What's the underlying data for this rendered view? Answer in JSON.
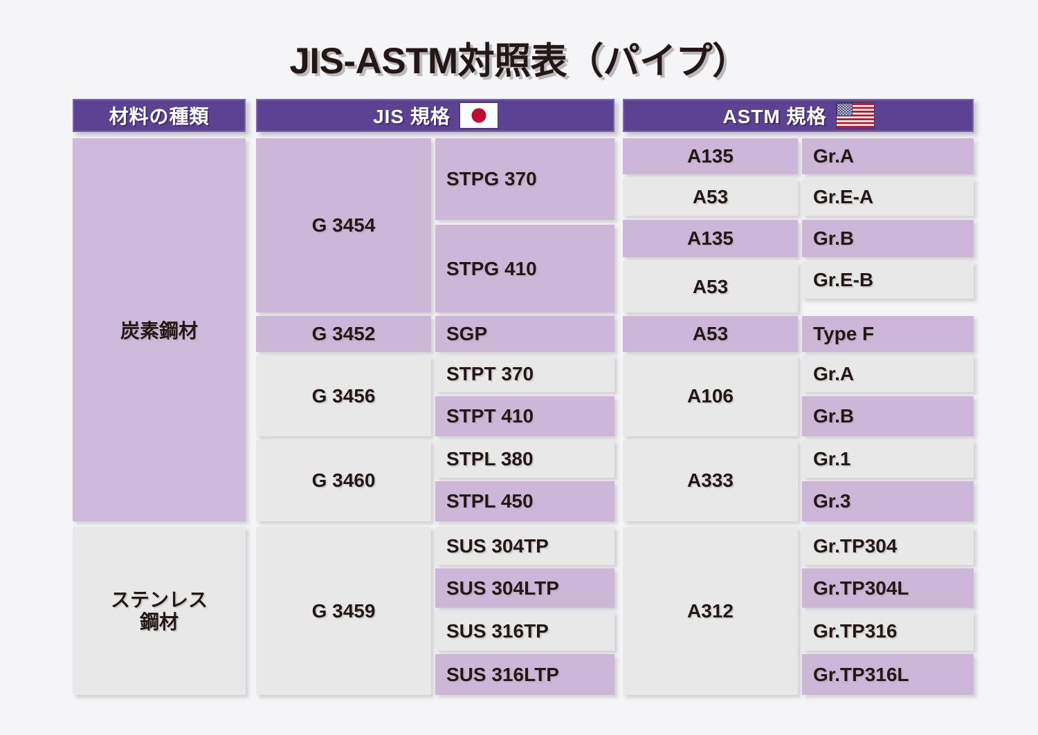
{
  "title": "JIS-ASTM対照表（パイプ）",
  "colors": {
    "header_purple": "#5b4293",
    "fill_purple": "#ccb7d9",
    "fill_grey": "#e8e8e8",
    "background": "#f5f4f6",
    "text": "#231815"
  },
  "header": {
    "material_type": "材料の種類",
    "jis": "JIS 規格",
    "astm": "ASTM 規格",
    "jp_flag_icon": "japan-flag-icon",
    "us_flag_icon": "usa-flag-icon"
  },
  "categories": [
    {
      "label": "炭素鋼材",
      "lines": [
        "炭素鋼材"
      ]
    },
    {
      "label": "ステンレス鋼材",
      "lines": [
        "ステンレス",
        "鋼材"
      ]
    }
  ],
  "jis_standards": [
    {
      "code": "G 3454"
    },
    {
      "code": "G 3452"
    },
    {
      "code": "G 3456"
    },
    {
      "code": "G 3460"
    },
    {
      "code": "G 3459"
    }
  ],
  "jis_grades": [
    "STPG 370",
    "STPG 410",
    "SGP",
    "STPT 370",
    "STPT 410",
    "STPL 380",
    "STPL 450",
    "SUS 304TP",
    "SUS 304LTP",
    "SUS 316TP",
    "SUS 316LTP"
  ],
  "astm_standards": [
    "A135",
    "A53",
    "A135",
    "A53",
    "A53",
    "A106",
    "A333",
    "A312"
  ],
  "astm_grades": [
    "Gr.A",
    "Gr.E-A",
    "Gr.B",
    "Gr.E-B",
    "Type F",
    "Gr.A",
    "Gr.B",
    "Gr.1",
    "Gr.3",
    "Gr.TP304",
    "Gr.TP304L",
    "Gr.TP316",
    "Gr.TP316L"
  ],
  "rows": [
    {
      "category": "炭素鋼材",
      "jis_standard": "G 3454",
      "jis_grade": "STPG 370",
      "astm_standard": "A135",
      "astm_grade": "Gr.A"
    },
    {
      "category": "炭素鋼材",
      "jis_standard": "G 3454",
      "jis_grade": "STPG 370",
      "astm_standard": "A53",
      "astm_grade": "Gr.E-A"
    },
    {
      "category": "炭素鋼材",
      "jis_standard": "G 3454",
      "jis_grade": "STPG 410",
      "astm_standard": "A135",
      "astm_grade": "Gr.B"
    },
    {
      "category": "炭素鋼材",
      "jis_standard": "G 3454",
      "jis_grade": "STPG 410",
      "astm_standard": "A53",
      "astm_grade": "Gr.E-B"
    },
    {
      "category": "炭素鋼材",
      "jis_standard": "G 3452",
      "jis_grade": "SGP",
      "astm_standard": "A53",
      "astm_grade": "Type F"
    },
    {
      "category": "炭素鋼材",
      "jis_standard": "G 3456",
      "jis_grade": "STPT 370",
      "astm_standard": "A106",
      "astm_grade": "Gr.A"
    },
    {
      "category": "炭素鋼材",
      "jis_standard": "G 3456",
      "jis_grade": "STPT 410",
      "astm_standard": "A106",
      "astm_grade": "Gr.B"
    },
    {
      "category": "炭素鋼材",
      "jis_standard": "G 3460",
      "jis_grade": "STPL 380",
      "astm_standard": "A333",
      "astm_grade": "Gr.1"
    },
    {
      "category": "炭素鋼材",
      "jis_standard": "G 3460",
      "jis_grade": "STPL 450",
      "astm_standard": "A333",
      "astm_grade": "Gr.3"
    },
    {
      "category": "ステンレス鋼材",
      "jis_standard": "G 3459",
      "jis_grade": "SUS 304TP",
      "astm_standard": "A312",
      "astm_grade": "Gr.TP304"
    },
    {
      "category": "ステンレス鋼材",
      "jis_standard": "G 3459",
      "jis_grade": "SUS 304LTP",
      "astm_standard": "A312",
      "astm_grade": "Gr.TP304L"
    },
    {
      "category": "ステンレス鋼材",
      "jis_standard": "G 3459",
      "jis_grade": "SUS 316TP",
      "astm_standard": "A312",
      "astm_grade": "Gr.TP316"
    },
    {
      "category": "ステンレス鋼材",
      "jis_standard": "G 3459",
      "jis_grade": "SUS 316LTP",
      "astm_standard": "A312",
      "astm_grade": "Gr.TP316L"
    }
  ]
}
